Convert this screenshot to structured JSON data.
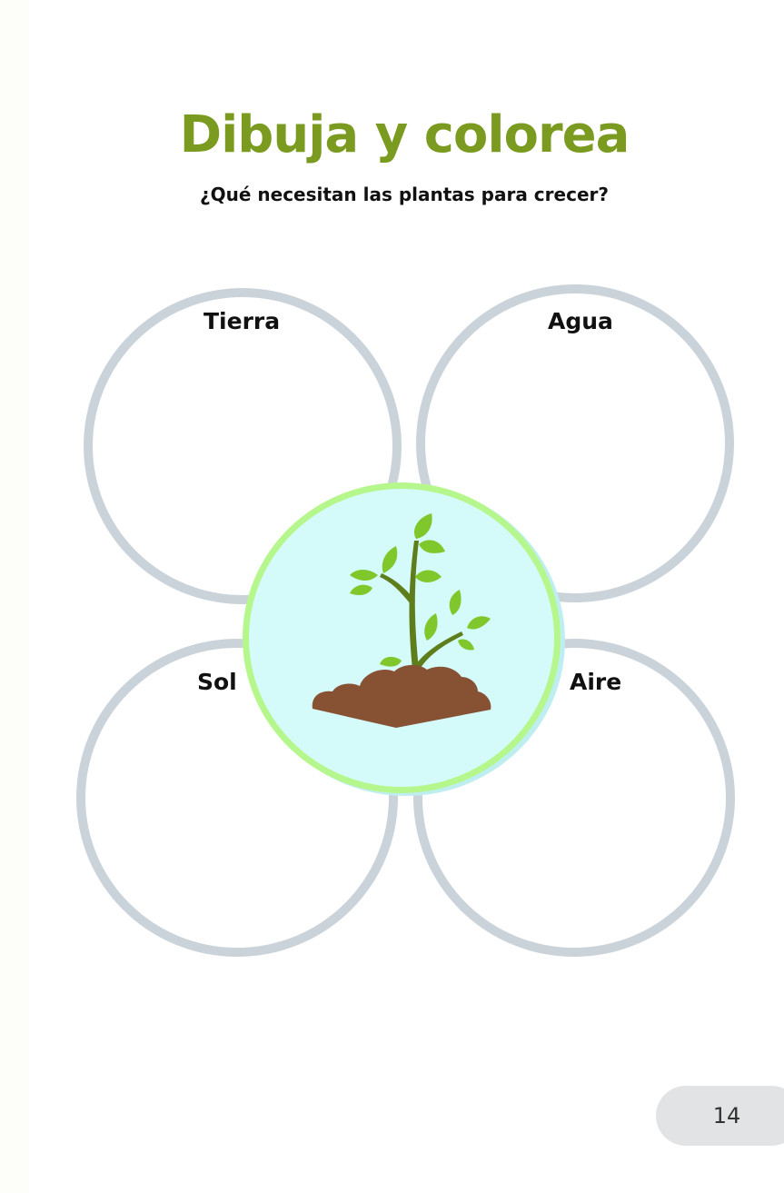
{
  "title": "Dibuja y colorea",
  "subtitle": "¿Qué necesitan las plantas para crecer?",
  "circles": [
    {
      "label": "Tierra"
    },
    {
      "label": "Agua"
    },
    {
      "label": "Sol"
    },
    {
      "label": "Aire"
    }
  ],
  "center_image": {
    "icon": "seedling-in-soil-icon"
  },
  "page_number": "14",
  "colors": {
    "title": "#7a9a20",
    "ring": "#cbd3da",
    "center_ring": "#b6f78d",
    "center_fill": "#d5fafa",
    "leaf": "#7fc72a",
    "stem": "#5e7e1c",
    "soil": "#875134",
    "page_tab": "#e2e3e4"
  }
}
